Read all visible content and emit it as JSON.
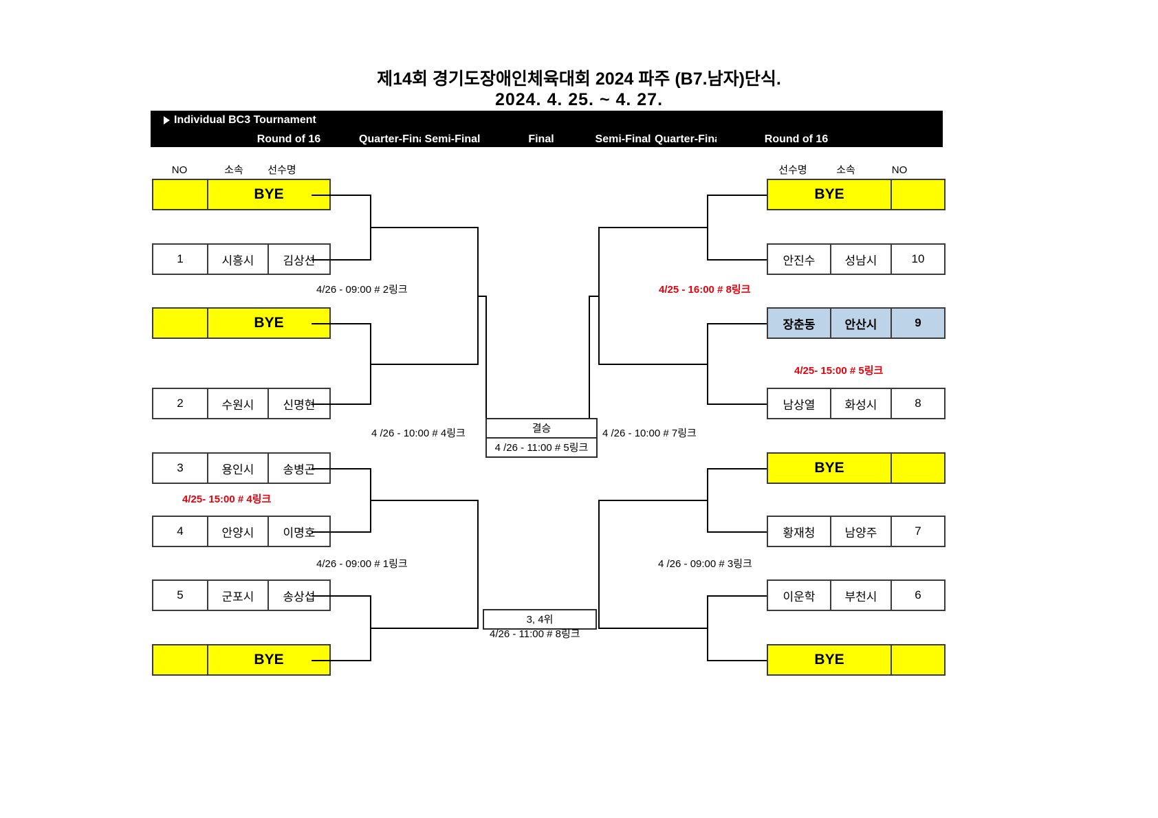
{
  "title": {
    "line1": "제14회 경기도장애인체육대회 2024 파주 (B7.남자)단식.",
    "line2": "2024. 4. 25. ~ 4. 27."
  },
  "header": {
    "tournament_label": "Individual BC3 Tournament",
    "rounds": [
      "Round of 16",
      "Quarter-Final",
      "Semi-Final",
      "Final",
      "Semi-Final",
      "Quarter-Final",
      "Round of 16"
    ]
  },
  "columns": {
    "left": [
      "NO",
      "소속",
      "선수명"
    ],
    "right": [
      "선수명",
      "소속",
      "NO"
    ]
  },
  "labels": {
    "bye": "BYE",
    "final_title": "결승",
    "third_place_title": "3, 4위"
  },
  "left_players": [
    {
      "no": "",
      "team": "",
      "name": "BYE",
      "bye": true
    },
    {
      "no": "1",
      "team": "시흥시",
      "name": "김상선",
      "bye": false
    },
    {
      "no": "",
      "team": "",
      "name": "BYE",
      "bye": true
    },
    {
      "no": "2",
      "team": "수원시",
      "name": "신명현",
      "bye": false
    },
    {
      "no": "3",
      "team": "용인시",
      "name": "송병곤",
      "bye": false
    },
    {
      "no": "4",
      "team": "안양시",
      "name": "이명호",
      "bye": false
    },
    {
      "no": "5",
      "team": "군포시",
      "name": "송상섭",
      "bye": false
    },
    {
      "no": "",
      "team": "",
      "name": "BYE",
      "bye": true
    }
  ],
  "right_players": [
    {
      "name": "BYE",
      "team": "",
      "no": "",
      "bye": true,
      "highlight": false
    },
    {
      "name": "안진수",
      "team": "성남시",
      "no": "10",
      "bye": false,
      "highlight": false
    },
    {
      "name": "장춘동",
      "team": "안산시",
      "no": "9",
      "bye": false,
      "highlight": true
    },
    {
      "name": "남상열",
      "team": "화성시",
      "no": "8",
      "bye": false,
      "highlight": false
    },
    {
      "name": "BYE",
      "team": "",
      "no": "",
      "bye": true,
      "highlight": false
    },
    {
      "name": "황재청",
      "team": "남양주",
      "no": "7",
      "bye": false,
      "highlight": false
    },
    {
      "name": "이운학",
      "team": "부천시",
      "no": "6",
      "bye": false,
      "highlight": false
    },
    {
      "name": "BYE",
      "team": "",
      "no": "",
      "bye": true,
      "highlight": false
    }
  ],
  "matches": {
    "left_qf_top": "4/26 - 09:00 # 2링크",
    "left_r16_mid": "4/25- 15:00 # 4링크",
    "left_qf_bottom": "4/26 - 09:00 # 1링크",
    "left_semi": "4 /26 - 10:00 # 4링크",
    "final_time": "4 /26 - 11:00 # 5링크",
    "right_semi": "4 /26 - 10:00 # 7링크",
    "right_qf_top": "4/25 - 16:00 # 8링크",
    "right_r16_mid": "4/25- 15:00 # 5링크",
    "right_qf_bottom": "4 /26 - 09:00 # 3링크",
    "third_place_time": "4/26 - 11:00 # 8링크"
  },
  "colors": {
    "bye": "#ffff00",
    "highlight": "#bdd3e8",
    "accent_red": "#e8000b",
    "header_bg": "#000000"
  }
}
